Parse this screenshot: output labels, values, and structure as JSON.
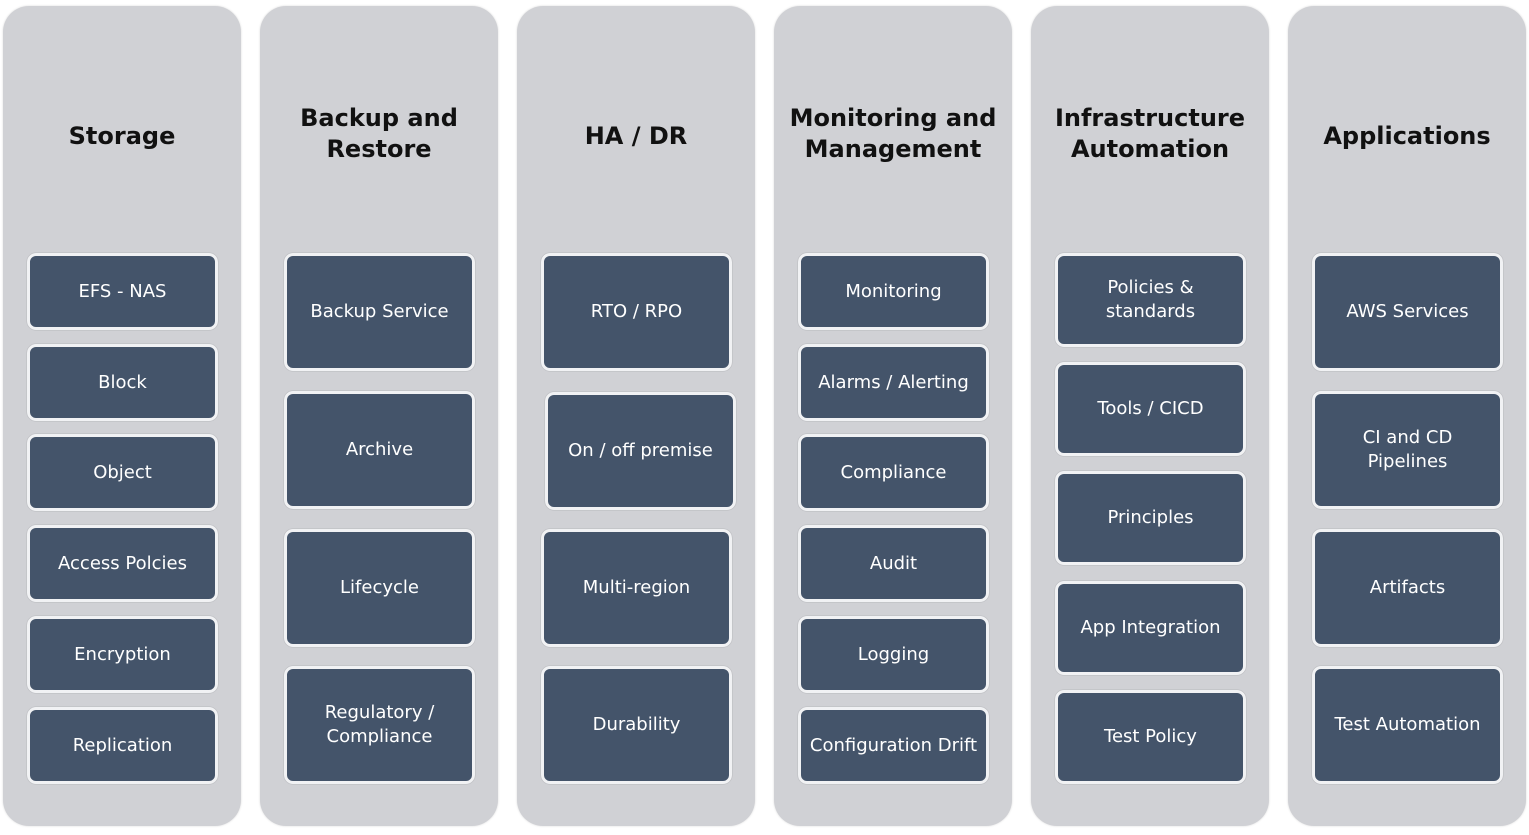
{
  "colors": {
    "column_bg": "#d0d1d5",
    "box_bg": "#44546a",
    "box_border": "#f1f2f4",
    "box_text": "#ffffff",
    "title_text": "#111111"
  },
  "columns": [
    {
      "title": "Storage",
      "items": [
        "EFS - NAS",
        "Block",
        "Object",
        "Access Polcies",
        "Encryption",
        "Replication"
      ]
    },
    {
      "title": "Backup and Restore",
      "items": [
        "Backup Service",
        "Archive",
        "Lifecycle",
        "Regulatory / Compliance"
      ]
    },
    {
      "title": "HA / DR",
      "items": [
        "RTO / RPO",
        "On / off premise",
        "Multi-region",
        "Durability"
      ]
    },
    {
      "title": "Monitoring and Management",
      "items": [
        "Monitoring",
        "Alarms / Alerting",
        "Compliance",
        "Audit",
        "Logging",
        "Configuration Drift"
      ]
    },
    {
      "title": "Infrastructure Automation",
      "items": [
        "Policies & standards",
        "Tools / CICD",
        "Principles",
        "App Integration",
        "Test Policy"
      ]
    },
    {
      "title": "Applications",
      "items": [
        "AWS Services",
        "CI and CD Pipelines",
        "Artifacts",
        "Test Automation"
      ]
    }
  ]
}
